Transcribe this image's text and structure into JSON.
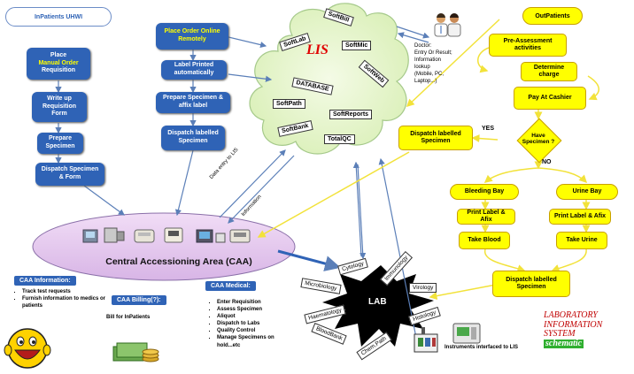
{
  "inpatients": {
    "title": "InPatients UHWI",
    "place_manual_1": "Place",
    "place_manual_2": "Manual Order",
    "place_manual_3": "Requisition",
    "write_up": "Write up Requisition Form",
    "prepare": "Prepare Specimen",
    "dispatch": "Dispatch Specimen & Form"
  },
  "online": {
    "place_order": "Place Order Online Remotely",
    "label_printed": "Label Printed automatically",
    "prepare_affix": "Prepare Specimen & affix label",
    "dispatch_labelled": "Dispatch labelled Specimen"
  },
  "lis": {
    "title": "LIS",
    "modules": [
      "SoftBill",
      "SoftLab",
      "SoftMic",
      "SoftWeb",
      "DATABASE",
      "SoftPath",
      "SoftReports",
      "SoftBank",
      "TotalQC"
    ]
  },
  "doctor": {
    "text_1": "Doctor:",
    "text_2": "Entry Or Result;",
    "text_3": "Information",
    "text_4": "lookup",
    "text_5": "(Mobile, PC,",
    "text_6": "Laptop...)"
  },
  "outpatients": {
    "title": "OutPatients",
    "pre_assessment": "Pre-Assessment activities",
    "determine": "Determine charge",
    "pay": "Pay At Cashier",
    "have_specimen": "Have Specimen ?",
    "yes": "YES",
    "no": "NO",
    "dispatch_labelled": "Dispatch labelled Specimen",
    "bleeding_bay": "Bleeding Bay",
    "urine_bay": "Urine Bay",
    "print_label_1": "Print Label & Afix",
    "print_label_2": "Print Label & Afix",
    "take_blood": "Take Blood",
    "take_urine": "Take Urine",
    "dispatch_bottom": "Dispatch labelled Specimen"
  },
  "flow_labels": {
    "data_entry": "Data entry to LIS",
    "information": "Information"
  },
  "caa": {
    "title": "Central Accessioning Area (CAA)",
    "info_title": "CAA Information:",
    "info_items": [
      "Track test requests",
      "Furnish information to medics or patients"
    ],
    "billing_title": "CAA Billing(?):",
    "billing_text": "Bill for InPatients",
    "medical_title": "CAA Medical:",
    "medical_items": [
      "Enter Requisition",
      "Assess Specimen",
      "Aliquot",
      "Dispatch to Labs",
      "Quality Control",
      "Manage Specimens on hold...etc"
    ]
  },
  "lab": {
    "title": "LAB",
    "sections": [
      "Cytology",
      "Microbiology",
      "Immunology",
      "Virology",
      "Haematology",
      "Histology",
      "BloodBank",
      "Chem.Path"
    ],
    "instruments": "Instruments interfaced to LIS"
  },
  "legend": {
    "line_1": "LABORATORY",
    "line_2": "INFORMATION",
    "line_3": "SYSTEM",
    "line_4": "schematic"
  }
}
